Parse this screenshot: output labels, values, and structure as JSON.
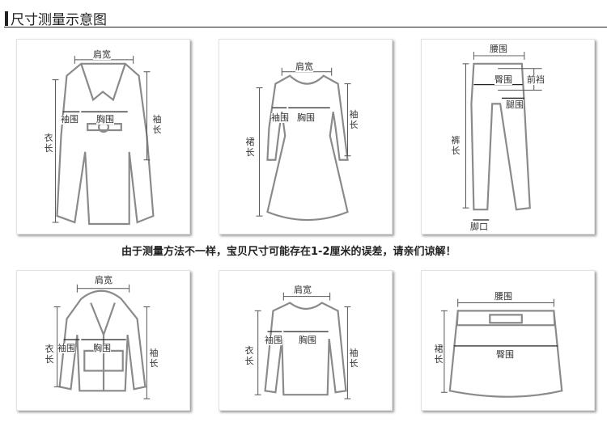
{
  "header": {
    "title": "尺寸测量示意图"
  },
  "note": "由于测量方法不一样，宝贝尺寸可能存在1-2厘米的误差，请亲们谅解！",
  "panels": [
    {
      "garment": "coat",
      "labels": {
        "shoulder": "肩宽",
        "cuff": "袖围",
        "chest": "胸围",
        "length": "衣长",
        "sleeve": "袖长"
      }
    },
    {
      "garment": "dress",
      "labels": {
        "shoulder": "肩宽",
        "cuff": "袖围",
        "chest": "胸围",
        "length": "裙长",
        "sleeve": "袖长"
      }
    },
    {
      "garment": "pants",
      "labels": {
        "waist": "腰围",
        "hip": "臀围",
        "rise": "前裆",
        "thigh": "腿围",
        "length": "裤长",
        "hem": "脚口"
      }
    },
    {
      "garment": "hoodie",
      "labels": {
        "shoulder": "肩宽",
        "cuff": "袖围",
        "chest": "胸围",
        "length": "衣长",
        "sleeve": "袖长"
      }
    },
    {
      "garment": "sweater",
      "labels": {
        "shoulder": "肩宽",
        "cuff": "袖围",
        "chest": "胸围",
        "length": "衣长",
        "sleeve": "袖长"
      }
    },
    {
      "garment": "skirt",
      "labels": {
        "waist": "腰围",
        "hip": "臀围",
        "length": "裙长"
      }
    }
  ]
}
